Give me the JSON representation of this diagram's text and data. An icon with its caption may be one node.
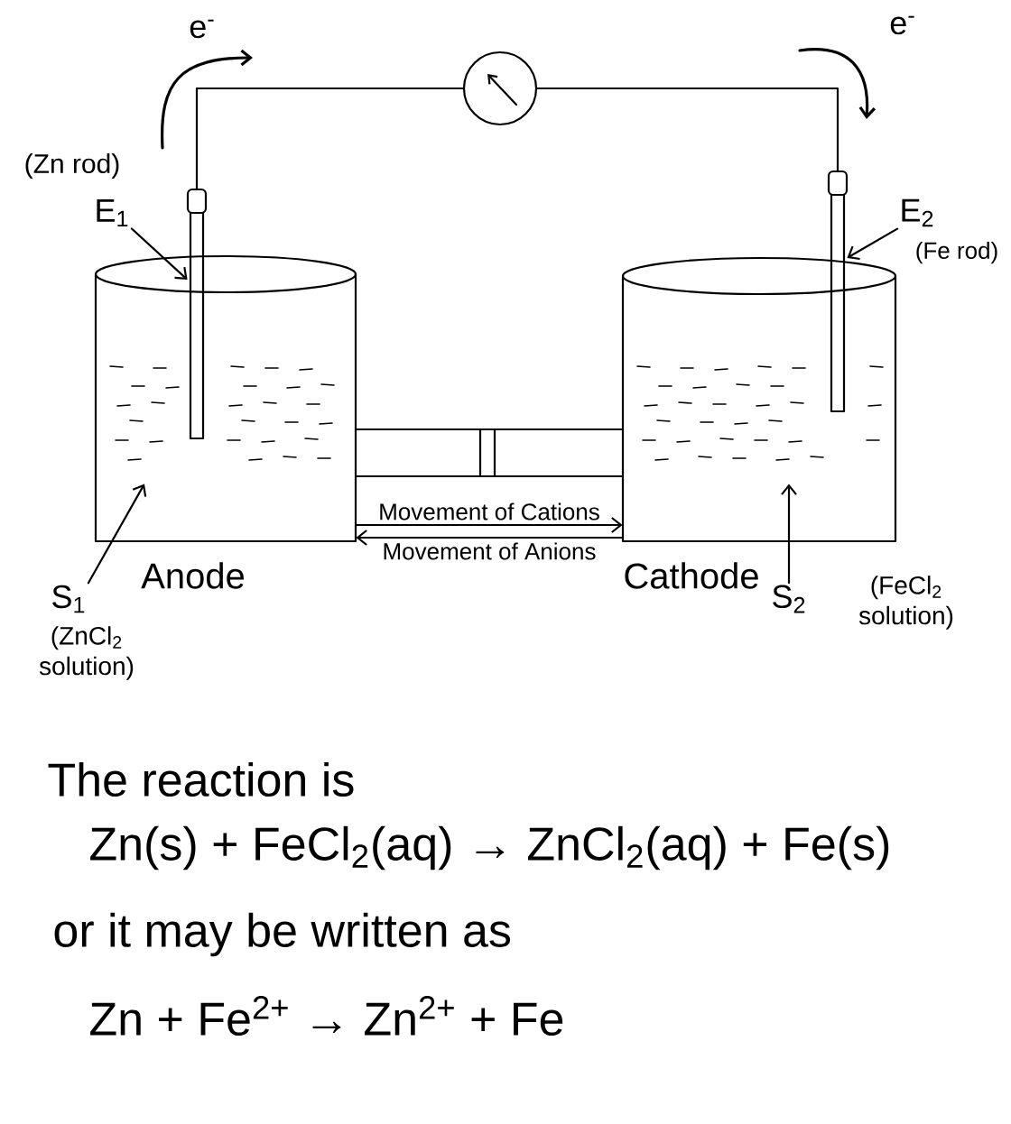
{
  "diagram": {
    "nodes": [
      {
        "text": [],
        "shape": "circle"
      },
      {
        "text": [
          "E$_{1}$"
        ],
        "beside": [
          "(Zn rod)"
        ]
      },
      {
        "text": [],
        "shape": "bar"
      },
      {
        "text": [],
        "shape": "bar"
      },
      {
        "text": [
          "E$_{2}$"
        ],
        "beside": [
          "(Fe rod)"
        ]
      },
      {
        "text": [
          "Anode"
        ]
      },
      {
        "text": [],
        "shape": "box",
        "in": 5
      },
      {
        "text": [
          "Cathode"
        ]
      },
      {
        "text": [],
        "shape": "box",
        "in": 7
      },
      {
        "text": [
          "S$_{1}$"
        ],
        "beside": [
          "(ZnCl$_{2}$ solution)"
        ]
      },
      {
        "text": [
          "S$_{2}$"
        ],
        "beside": [
          "(FeCl$_{2}$ solution)"
        ]
      }
    ],
    "edges": [
      {
        "from": 2,
        "to": 0,
        "arrow": "none"
      },
      {
        "from": 0,
        "to": 3,
        "arrow": "none"
      },
      {
        "from": 1,
        "to": 2,
        "arrow": "to"
      },
      {
        "from": 4,
        "to": 3,
        "arrow": "to"
      },
      {
        "from": 9,
        "to": 6,
        "arrow": "to"
      },
      {
        "from": 10,
        "to": 8,
        "arrow": "to"
      },
      {
        "from": 5,
        "to": 7,
        "arrow": "to",
        "label": "Movement of Cations"
      },
      {
        "from": 7,
        "to": 5,
        "arrow": "to",
        "label": "Movement of Anions"
      }
    ],
    "labels": [
      "e$^{-}$",
      "e$^{-}$",
      "The reaction is",
      "Zn(s) + FeCl$_{2}$(aq) → ZnCl$_{2}$(aq) + Fe(s)",
      "or it may be written as",
      "Zn + Fe$^{2+}$ → Zn$^{2+}$ + Fe"
    ]
  }
}
